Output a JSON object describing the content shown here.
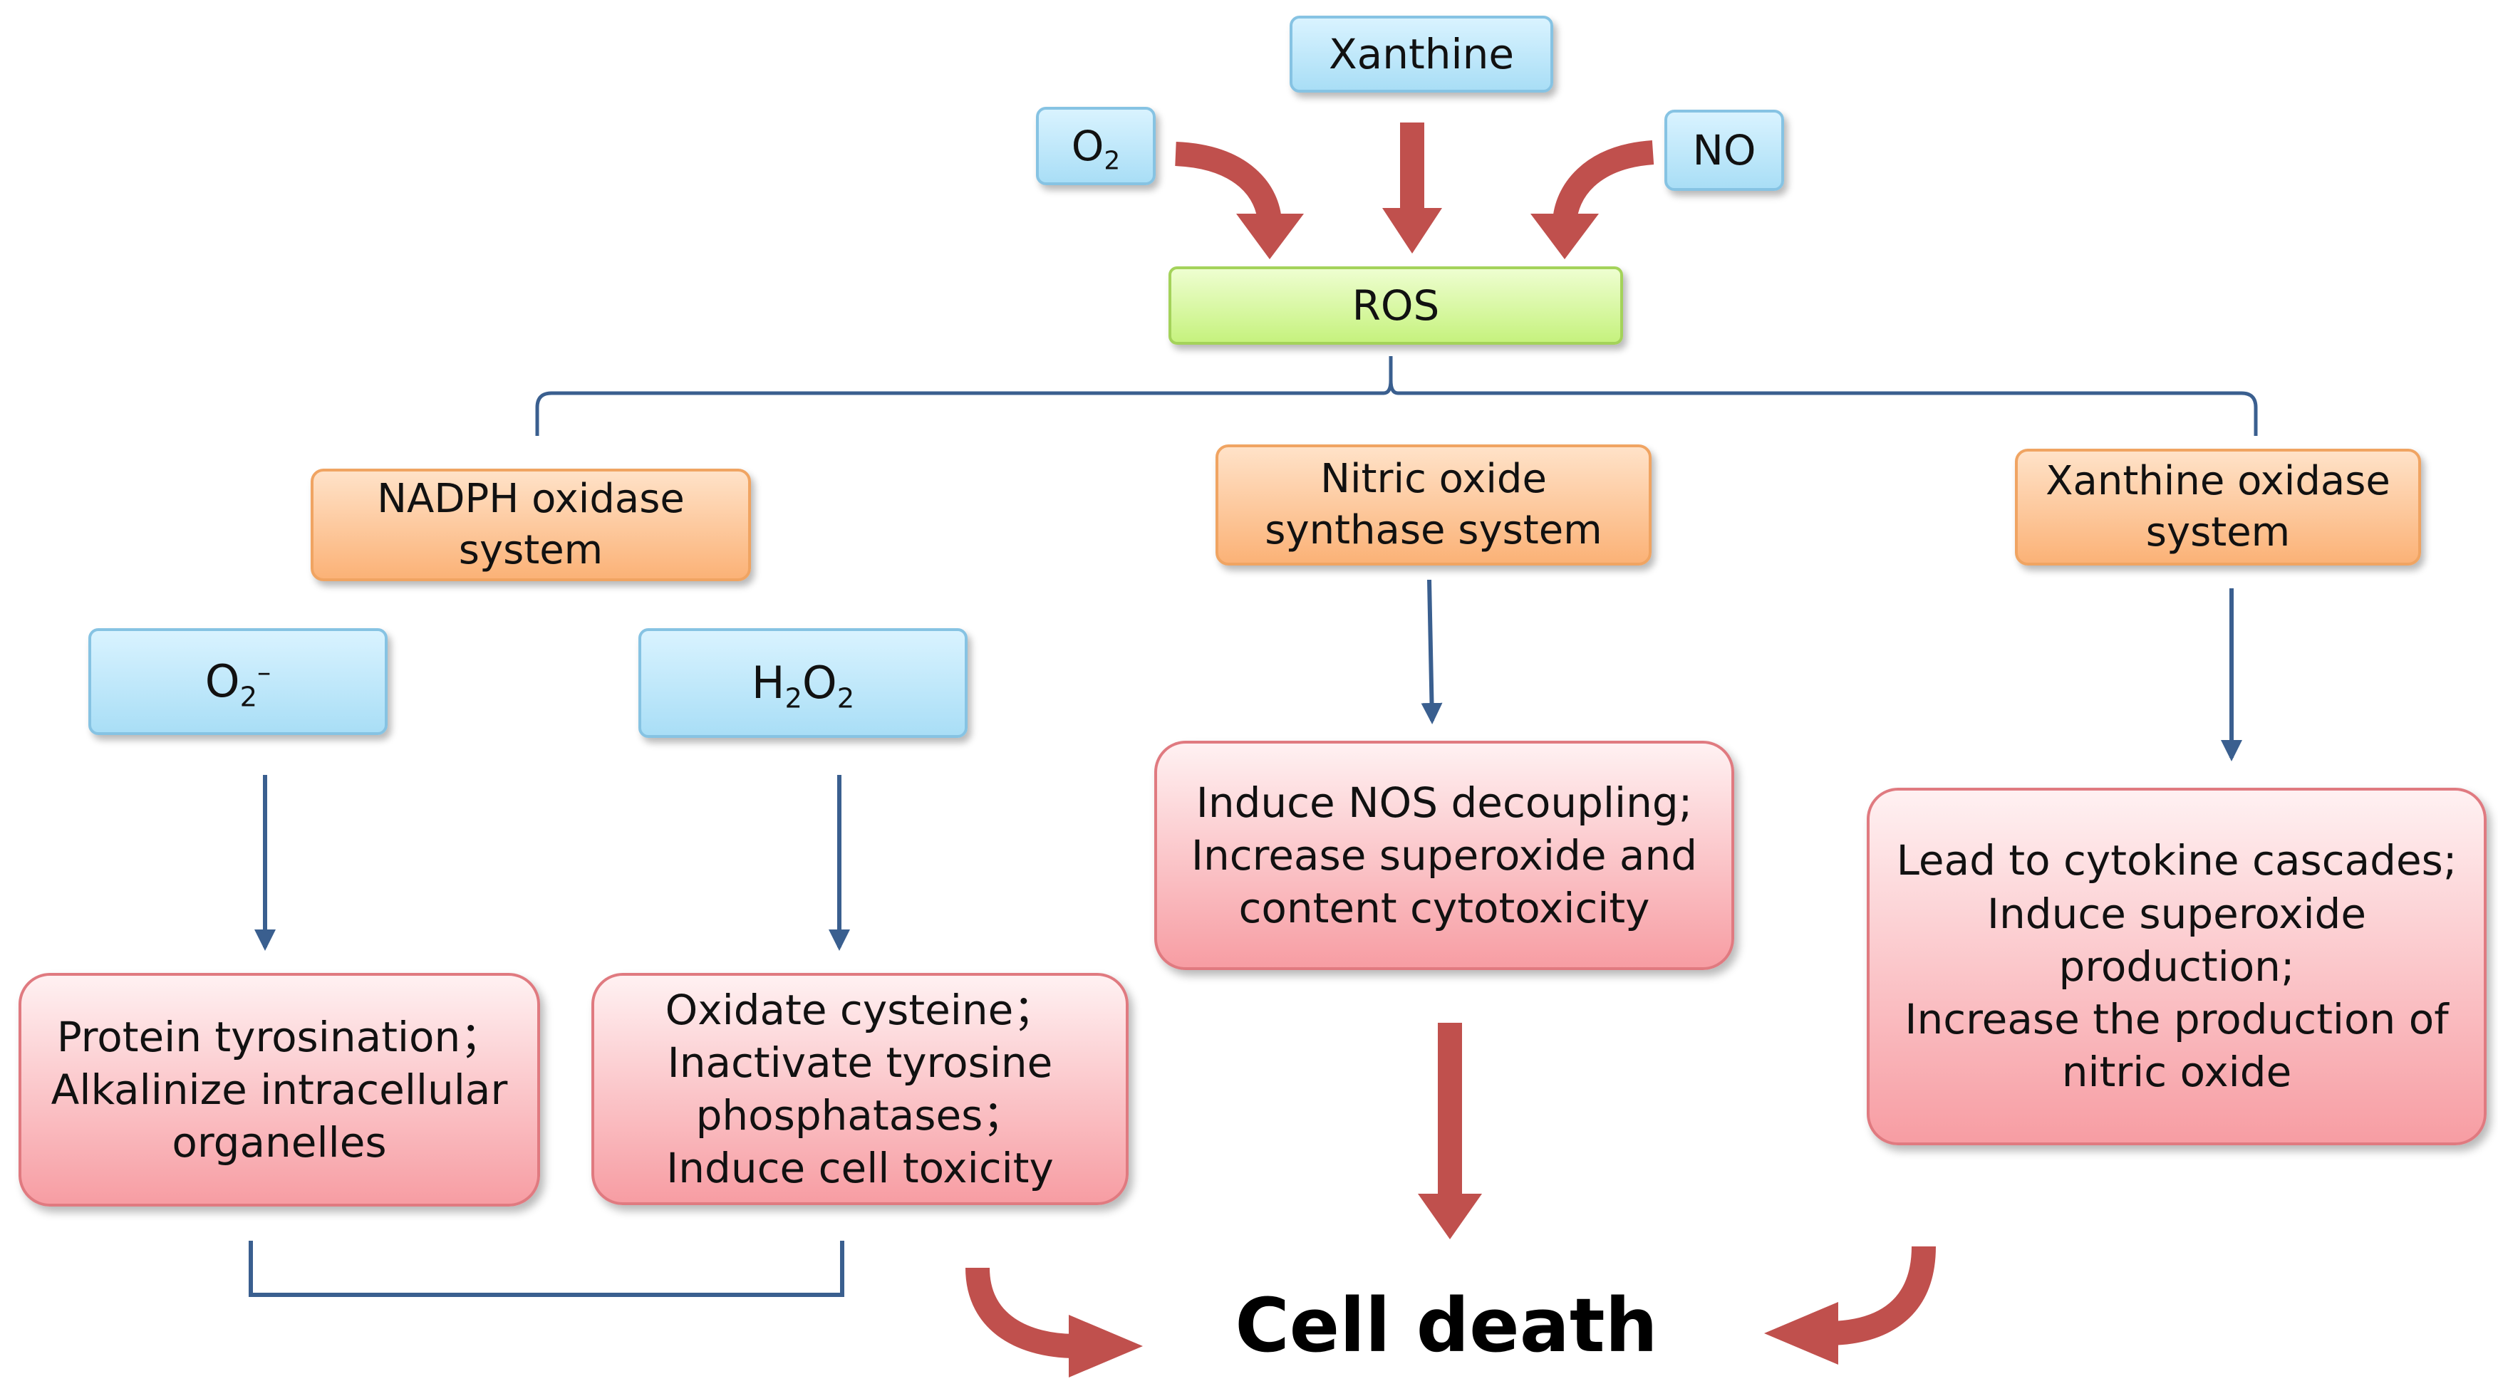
{
  "nodes": {
    "xanthine": "Xanthine",
    "o2": {
      "base": "O",
      "sub": "2"
    },
    "no": "NO",
    "ros": "ROS",
    "nadph": [
      "NADPH oxidase",
      "system"
    ],
    "nos_system": [
      "Nitric oxide",
      "synthase system"
    ],
    "xo_system": [
      "Xanthine oxidase",
      "system"
    ],
    "superoxide": {
      "base": "O",
      "sub": "2",
      "sup": "–"
    },
    "h2o2": {
      "h": "H",
      "sub1": "2",
      "o": "O",
      "sub2": "2"
    },
    "effect_superoxide": [
      "Protein tyrosination；",
      "Alkalinize intracellular",
      "organelles"
    ],
    "effect_h2o2": [
      "Oxidate cysteine；",
      "Inactivate tyrosine",
      "phosphatases；",
      "Induce cell toxicity"
    ],
    "effect_nos": [
      "Induce NOS decoupling;",
      "Increase superoxide and",
      "content cytotoxicity"
    ],
    "effect_xo": [
      "Lead to cytokine cascades;",
      "Induce superoxide",
      "production;",
      "Increase the production of",
      "nitric oxide"
    ],
    "outcome": "Cell death"
  },
  "colors": {
    "blue_box": "#bfe7fa",
    "green_box": "#d9f7a3",
    "orange_box": "#fcc592",
    "red_box": "#fbc4c8",
    "thick_arrow": "#c0504d",
    "thin_arrow": "#3a5f8f"
  }
}
